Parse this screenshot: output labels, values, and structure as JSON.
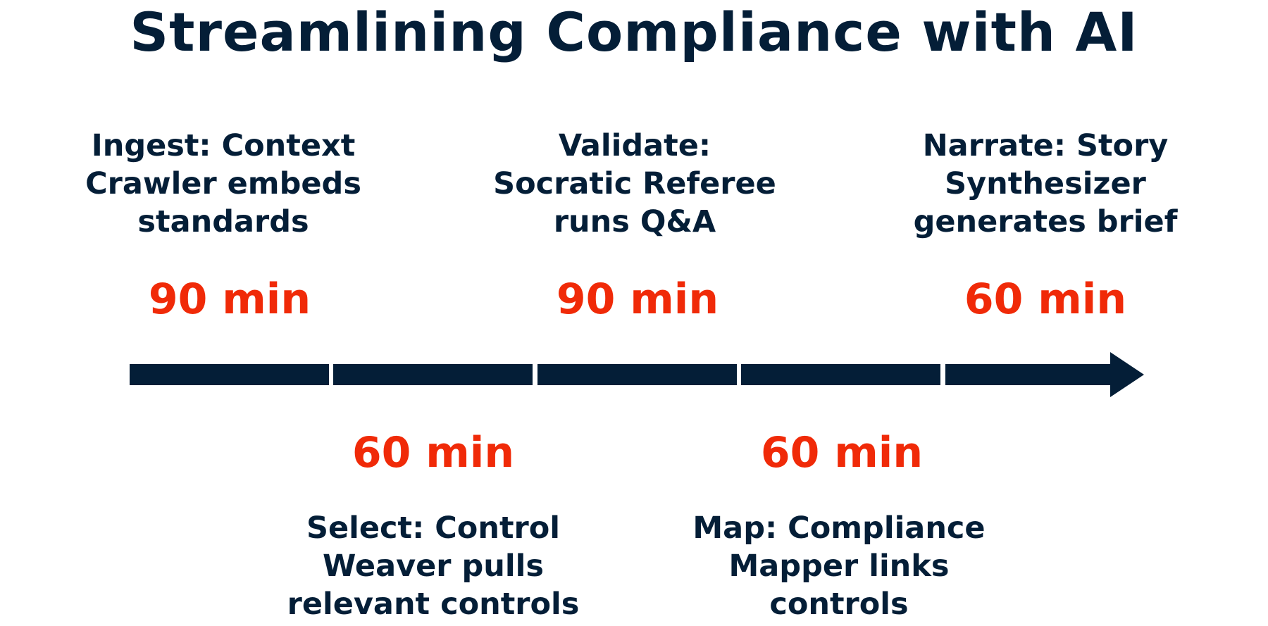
{
  "title": "Streamlining Compliance with AI",
  "colors": {
    "text": "#041e37",
    "accent": "#f02a08",
    "arrow": "#041e37"
  },
  "steps": [
    {
      "label": "Ingest: Context\nCrawler embeds\nstandards",
      "duration": "90 min",
      "position": "above"
    },
    {
      "label": "Select: Control\nWeaver pulls\nrelevant controls",
      "duration": "60 min",
      "position": "below"
    },
    {
      "label": "Validate:\nSocratic Referee\nruns Q&A",
      "duration": "90 min",
      "position": "above"
    },
    {
      "label": "Map: Compliance\nMapper links\ncontrols",
      "duration": "60 min",
      "position": "below"
    },
    {
      "label": "Narrate: Story\nSynthesizer\ngenerates brief",
      "duration": "60 min",
      "position": "above"
    }
  ]
}
